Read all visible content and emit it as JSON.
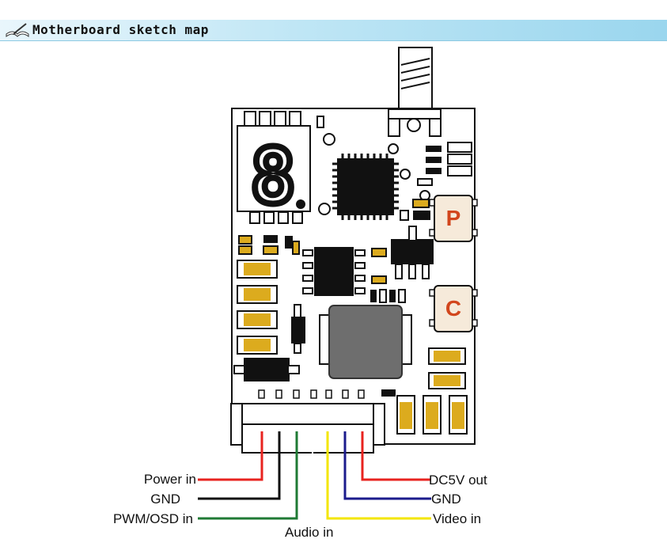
{
  "header": {
    "title": "Motherboard sketch map",
    "logo_icon": "pen-book-icon"
  },
  "board": {
    "buttons": [
      {
        "label": "P"
      },
      {
        "label": "C"
      }
    ],
    "seven_segment_digit": "8"
  },
  "wires": {
    "left": [
      {
        "label": "Power in",
        "color": "#e8231f"
      },
      {
        "label": "GND",
        "color": "#111111"
      },
      {
        "label": "PWM/OSD in",
        "color": "#1f7a34"
      }
    ],
    "bottom": {
      "label": "Audio in",
      "color": "#ffffff"
    },
    "right": [
      {
        "label": "DC5V out",
        "color": "#e8231f"
      },
      {
        "label": "GND",
        "color": "#1b1b8c"
      },
      {
        "label": "Video in",
        "color": "#f3e600"
      }
    ]
  },
  "colors": {
    "component_gold": "#dcab1e",
    "button_fill": "#f6eada",
    "button_letter": "#d2461d",
    "chip": "#111111",
    "inductor": "#6e6e6e"
  }
}
